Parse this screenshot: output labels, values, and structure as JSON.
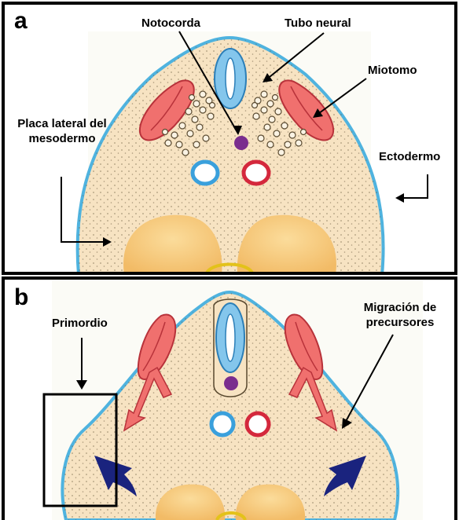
{
  "panel_a": {
    "letter": "a",
    "labels": {
      "notochord": "Notocorda",
      "neural_tube": "Tubo neural",
      "myotome": "Miotomo",
      "lateral_plate": "Placa lateral del mesodermo",
      "ectoderm": "Ectodermo"
    }
  },
  "panel_b": {
    "letter": "b",
    "labels": {
      "primordium": "Primordio",
      "migration": "Migración de precursores"
    }
  },
  "colors": {
    "ectoderm_outline": "#4fb3df",
    "mesenchyme_fill": "#f7e3c2",
    "neural_tube": "#84c6ec",
    "myotome": "#f0706e",
    "notochord": "#7a2d8e",
    "vessel_left": "#3aa0dc",
    "vessel_right": "#d4283c",
    "gut_yolk": "#f6c87a",
    "migration_arrow_dark": "#1a237e",
    "frame": "#000000"
  }
}
